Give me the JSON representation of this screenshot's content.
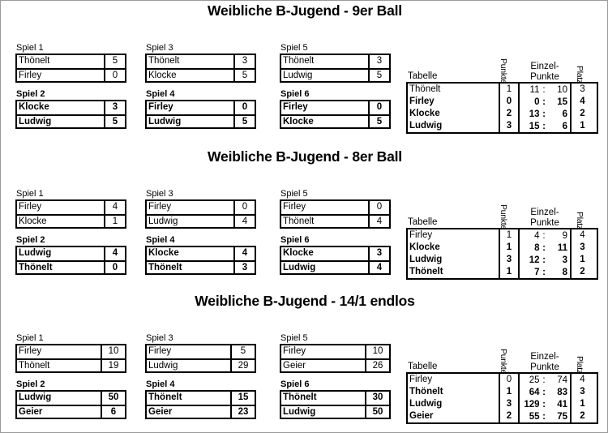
{
  "page": {
    "background": "#ffffff",
    "border_color": "#9a9a9a",
    "text_color": "#000000"
  },
  "labels": {
    "tabelle": "Tabelle",
    "punkte": "Punkte",
    "einzel": "Einzel-",
    "einzel_punkte": "Punkte",
    "platz": "Platz",
    "colon": ":"
  },
  "sections": [
    {
      "title": "Weibliche B-Jugend - 9er Ball",
      "matches": [
        {
          "label": "Spiel 1",
          "bold": false,
          "rows": [
            {
              "team": "Thönelt",
              "score": "5"
            },
            {
              "team": "Firley",
              "score": "0"
            }
          ]
        },
        {
          "label": "Spiel 3",
          "bold": false,
          "rows": [
            {
              "team": "Thönelt",
              "score": "3"
            },
            {
              "team": "Klocke",
              "score": "5"
            }
          ]
        },
        {
          "label": "Spiel 5",
          "bold": false,
          "rows": [
            {
              "team": "Thönelt",
              "score": "3"
            },
            {
              "team": "Ludwig",
              "score": "5"
            }
          ]
        },
        {
          "label": "Spiel 2",
          "bold": true,
          "rows": [
            {
              "team": "Klocke",
              "score": "3"
            },
            {
              "team": "Ludwig",
              "score": "5"
            }
          ]
        },
        {
          "label": "Spiel 4",
          "bold": true,
          "rows": [
            {
              "team": "Firley",
              "score": "0"
            },
            {
              "team": "Ludwig",
              "score": "5"
            }
          ]
        },
        {
          "label": "Spiel 6",
          "bold": true,
          "rows": [
            {
              "team": "Firley",
              "score": "0"
            },
            {
              "team": "Klocke",
              "score": "5"
            }
          ]
        }
      ],
      "standings": [
        {
          "name": "Thönelt",
          "punkte": "1",
          "ep_a": "11",
          "ep_b": "10",
          "platz": "3",
          "bold": false
        },
        {
          "name": "Firley",
          "punkte": "0",
          "ep_a": "0",
          "ep_b": "15",
          "platz": "4",
          "bold": true
        },
        {
          "name": "Klocke",
          "punkte": "2",
          "ep_a": "13",
          "ep_b": "6",
          "platz": "2",
          "bold": true
        },
        {
          "name": "Ludwig",
          "punkte": "3",
          "ep_a": "15",
          "ep_b": "6",
          "platz": "1",
          "bold": true
        }
      ]
    },
    {
      "title": "Weibliche B-Jugend - 8er Ball",
      "matches": [
        {
          "label": "Spiel 1",
          "bold": false,
          "rows": [
            {
              "team": "Firley",
              "score": "4"
            },
            {
              "team": "Klocke",
              "score": "1"
            }
          ]
        },
        {
          "label": "Spiel 3",
          "bold": false,
          "rows": [
            {
              "team": "Firley",
              "score": "0"
            },
            {
              "team": "Ludwig",
              "score": "4"
            }
          ]
        },
        {
          "label": "Spiel 5",
          "bold": false,
          "rows": [
            {
              "team": "Firley",
              "score": "0"
            },
            {
              "team": "Thönelt",
              "score": "4"
            }
          ]
        },
        {
          "label": "Spiel 2",
          "bold": true,
          "rows": [
            {
              "team": "Ludwig",
              "score": "4"
            },
            {
              "team": "Thönelt",
              "score": "0"
            }
          ]
        },
        {
          "label": "Spiel 4",
          "bold": true,
          "rows": [
            {
              "team": "Klocke",
              "score": "4"
            },
            {
              "team": "Thönelt",
              "score": "3"
            }
          ]
        },
        {
          "label": "Spiel 6",
          "bold": true,
          "rows": [
            {
              "team": "Klocke",
              "score": "3"
            },
            {
              "team": "Ludwig",
              "score": "4"
            }
          ]
        }
      ],
      "standings": [
        {
          "name": "Firley",
          "punkte": "1",
          "ep_a": "4",
          "ep_b": "9",
          "platz": "4",
          "bold": false
        },
        {
          "name": "Klocke",
          "punkte": "1",
          "ep_a": "8",
          "ep_b": "11",
          "platz": "3",
          "bold": true
        },
        {
          "name": "Ludwig",
          "punkte": "3",
          "ep_a": "12",
          "ep_b": "3",
          "platz": "1",
          "bold": true
        },
        {
          "name": "Thönelt",
          "punkte": "1",
          "ep_a": "7",
          "ep_b": "8",
          "platz": "2",
          "bold": true
        }
      ]
    },
    {
      "title": "Weibliche B-Jugend - 14/1 endlos",
      "matches": [
        {
          "label": "Spiel 1",
          "bold": false,
          "rows": [
            {
              "team": "Firley",
              "score": "10"
            },
            {
              "team": "Thönelt",
              "score": "19"
            }
          ]
        },
        {
          "label": "Spiel 3",
          "bold": false,
          "rows": [
            {
              "team": "Firley",
              "score": "5"
            },
            {
              "team": "Ludwig",
              "score": "29"
            }
          ]
        },
        {
          "label": "Spiel 5",
          "bold": false,
          "rows": [
            {
              "team": "Firley",
              "score": "10"
            },
            {
              "team": "Geier",
              "score": "26"
            }
          ]
        },
        {
          "label": "Spiel 2",
          "bold": true,
          "rows": [
            {
              "team": "Ludwig",
              "score": "50"
            },
            {
              "team": "Geier",
              "score": "6"
            }
          ]
        },
        {
          "label": "Spiel 4",
          "bold": true,
          "rows": [
            {
              "team": "Thönelt",
              "score": "15"
            },
            {
              "team": "Geier",
              "score": "23"
            }
          ]
        },
        {
          "label": "Spiel 6",
          "bold": true,
          "rows": [
            {
              "team": "Thönelt",
              "score": "30"
            },
            {
              "team": "Ludwig",
              "score": "50"
            }
          ]
        }
      ],
      "standings": [
        {
          "name": "Firley",
          "punkte": "0",
          "ep_a": "25",
          "ep_b": "74",
          "platz": "4",
          "bold": false
        },
        {
          "name": "Thönelt",
          "punkte": "1",
          "ep_a": "64",
          "ep_b": "83",
          "platz": "3",
          "bold": true
        },
        {
          "name": "Ludwig",
          "punkte": "3",
          "ep_a": "129",
          "ep_b": "41",
          "platz": "1",
          "bold": true
        },
        {
          "name": "Geier",
          "punkte": "2",
          "ep_a": "55",
          "ep_b": "75",
          "platz": "2",
          "bold": true
        }
      ]
    }
  ]
}
